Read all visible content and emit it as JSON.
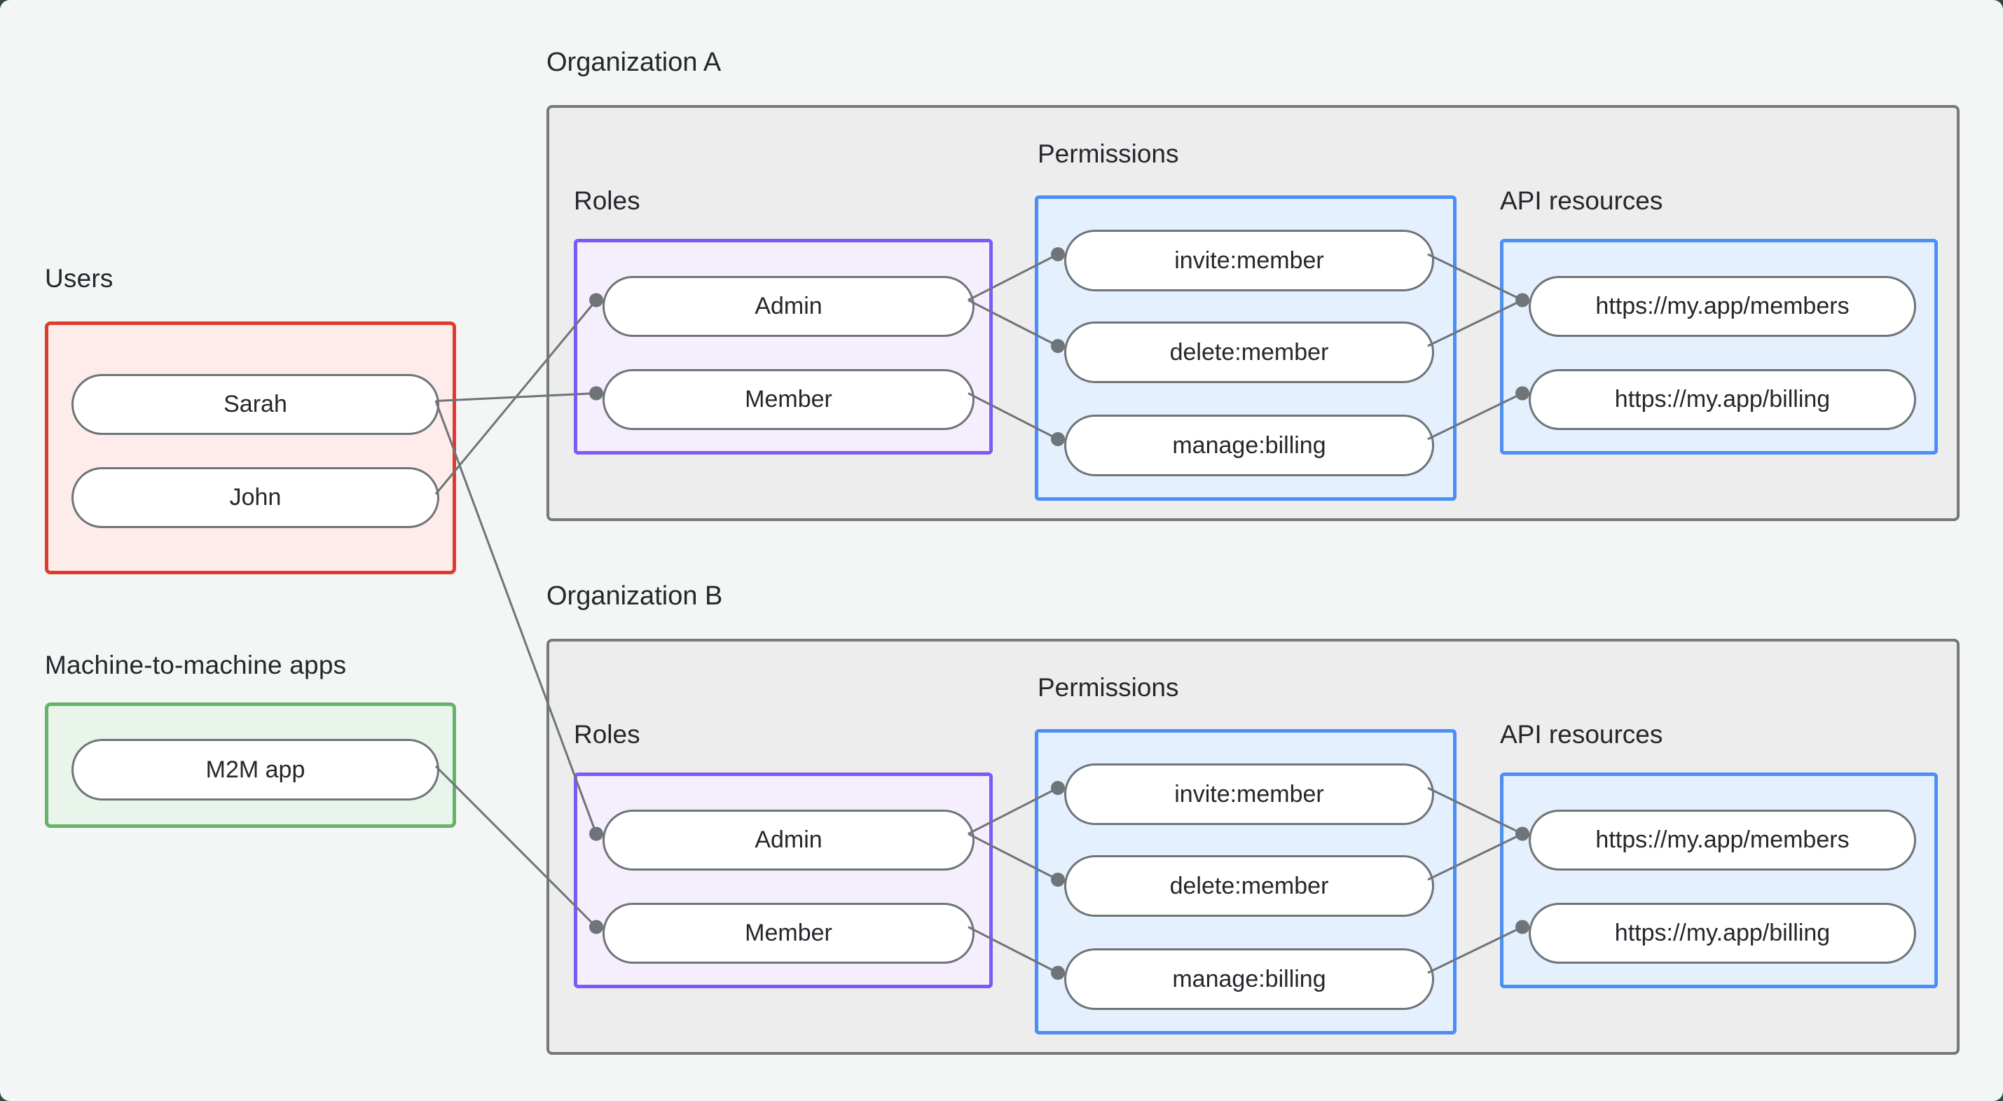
{
  "colors": {
    "canvas_bg": "#f4f6f5",
    "text": "#24272b",
    "users_border": "#dd3b2f",
    "users_fill": "#fdecea",
    "m2m_border": "#63b36a",
    "m2m_fill": "#e9f5ea",
    "org_border": "#75797c",
    "org_fill": "#ededee",
    "roles_border": "#7b5bf7",
    "roles_fill": "#f4eefd",
    "permissions_border": "#4c8ef7",
    "permissions_fill": "#e4f0fd",
    "api_border": "#4c8ef7",
    "api_fill": "#e4f0fd",
    "node_border": "#6f7478",
    "node_fill": "#ffffff",
    "edge": "#6f7478"
  },
  "users": {
    "label": "Users",
    "items": [
      "Sarah",
      "John"
    ]
  },
  "m2m": {
    "label": "Machine-to-machine apps",
    "items": [
      "M2M app"
    ]
  },
  "orgs": [
    {
      "title": "Organization A",
      "roles_label": "Roles",
      "permissions_label": "Permissions",
      "api_label": "API resources",
      "roles": [
        "Admin",
        "Member"
      ],
      "permissions": [
        "invite:member",
        "delete:member",
        "manage:billing"
      ],
      "api_resources": [
        "https://my.app/members",
        "https://my.app/billing"
      ]
    },
    {
      "title": "Organization B",
      "roles_label": "Roles",
      "permissions_label": "Permissions",
      "api_label": "API resources",
      "roles": [
        "Admin",
        "Member"
      ],
      "permissions": [
        "invite:member",
        "delete:member",
        "manage:billing"
      ],
      "api_resources": [
        "https://my.app/members",
        "https://my.app/billing"
      ]
    }
  ],
  "edges": [
    {
      "from": "user-sarah",
      "to": "orgA-role-member"
    },
    {
      "from": "user-john",
      "to": "orgA-role-admin"
    },
    {
      "from": "user-sarah",
      "to": "orgB-role-admin"
    },
    {
      "from": "app-m2m",
      "to": "orgB-role-member"
    },
    {
      "from": "orgA-role-admin",
      "to": "orgA-perm-invite"
    },
    {
      "from": "orgA-role-admin",
      "to": "orgA-perm-delete"
    },
    {
      "from": "orgA-role-member",
      "to": "orgA-perm-manage"
    },
    {
      "from": "orgA-perm-invite",
      "to": "orgA-api-members"
    },
    {
      "from": "orgA-perm-delete",
      "to": "orgA-api-members"
    },
    {
      "from": "orgA-perm-manage",
      "to": "orgA-api-billing"
    },
    {
      "from": "orgB-role-admin",
      "to": "orgB-perm-invite"
    },
    {
      "from": "orgB-role-admin",
      "to": "orgB-perm-delete"
    },
    {
      "from": "orgB-role-member",
      "to": "orgB-perm-manage"
    },
    {
      "from": "orgB-perm-invite",
      "to": "orgB-api-members"
    },
    {
      "from": "orgB-perm-delete",
      "to": "orgB-api-members"
    },
    {
      "from": "orgB-perm-manage",
      "to": "orgB-api-billing"
    }
  ]
}
